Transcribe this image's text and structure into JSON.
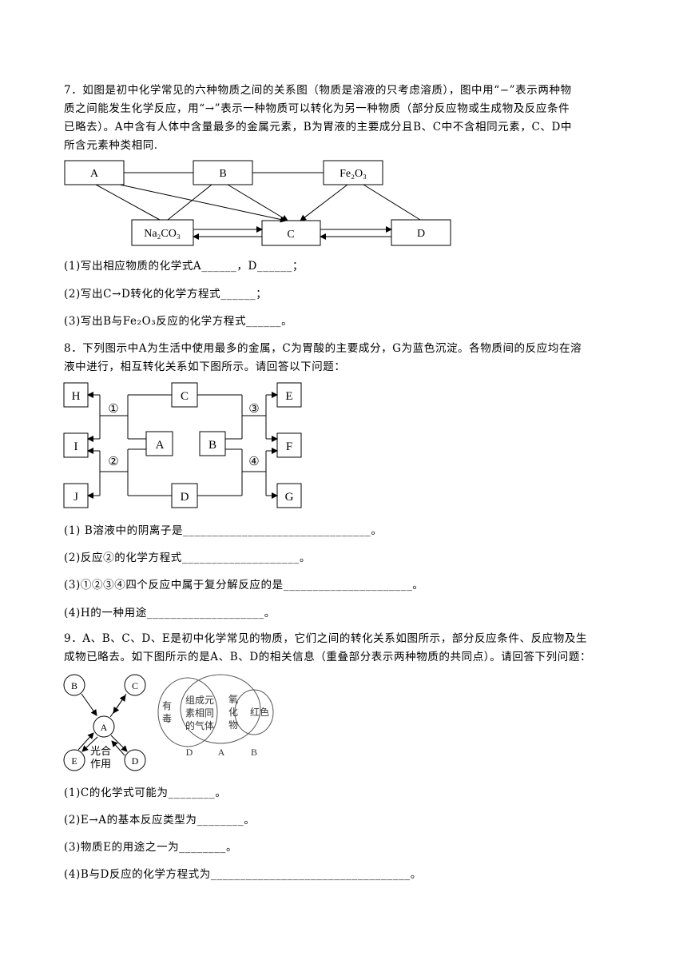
{
  "q7": {
    "stem_lines": [
      "7．如图是初中化学常见的六种物质之间的关系图（物质是溶液的只考虑溶质），图中用“−”表示两种物",
      "质之间能发生化学反应，用“→”表示一种物质可以转化为另一种物质（部分反应物或生成物及反应条件",
      "已略去）。A中含有人体中含量最多的金属元素，B为胃液的主要成分且B、C中不含相同元素，C、D中",
      "所含元素种类相同."
    ],
    "diagram": {
      "A": "A",
      "B": "B",
      "Fe2O3": "Fe₂O₃",
      "Na2CO3": "Na₂CO₃",
      "C": "C",
      "D": "D"
    },
    "sub1": "(1)写出相应物质的化学式A______，D______；",
    "sub2": "(2)写出C→D转化的化学方程式______；",
    "sub3": "(3)写出B与Fe₂O₃反应的化学方程式______。"
  },
  "q8": {
    "stem_lines": [
      "8．下列图示中A为生活中使用最多的金属，C为胃酸的主要成分，G为蓝色沉淀。各物质间的反应均在溶",
      "液中进行，相互转化关系如下图所示。请回答以下问题："
    ],
    "diagram": {
      "H": "H",
      "I": "I",
      "J": "J",
      "A": "A",
      "B": "B",
      "C": "C",
      "D": "D",
      "E": "E",
      "F": "F",
      "G": "G",
      "r1": "①",
      "r2": "②",
      "r3": "③",
      "r4": "④"
    },
    "sub1": "(1) B溶液中的阴离子是________________________________。",
    "sub2": "(2)反应②的化学方程式____________________。",
    "sub3": "(3)①②③④四个反应中属于复分解反应的是______________________。",
    "sub4": "(4)H的一种用途____________________。"
  },
  "q9": {
    "stem_lines": [
      "9．A、B、C、D、E是初中化学常见的物质，它们之间的转化关系如图所示，部分反应条件、反应物及生",
      "成物已略去。如下图所示的是A、B、D的相关信息（重叠部分表示两种物质的共同点）。请回答下列问题："
    ],
    "diagram": {
      "B": "B",
      "C": "C",
      "A": "A",
      "E": "E",
      "D": "D",
      "photo1": "光合",
      "photo2": "作用"
    },
    "venn": {
      "toxic1": "有",
      "toxic2": "毒",
      "same1": "组成元",
      "same2": "素相同",
      "same3": "的气体",
      "oxide1": "氧",
      "oxide2": "化",
      "oxide3": "物",
      "red": "红色",
      "labelD": "D",
      "labelA": "A",
      "labelB": "B"
    },
    "sub1": "(1)C的化学式可能为________。",
    "sub2": "(2)E→A的基本反应类型为________。",
    "sub3": "(3)物质E的用途之一为________。",
    "sub4": "(4)B与D反应的化学方程式为__________________________________。"
  }
}
